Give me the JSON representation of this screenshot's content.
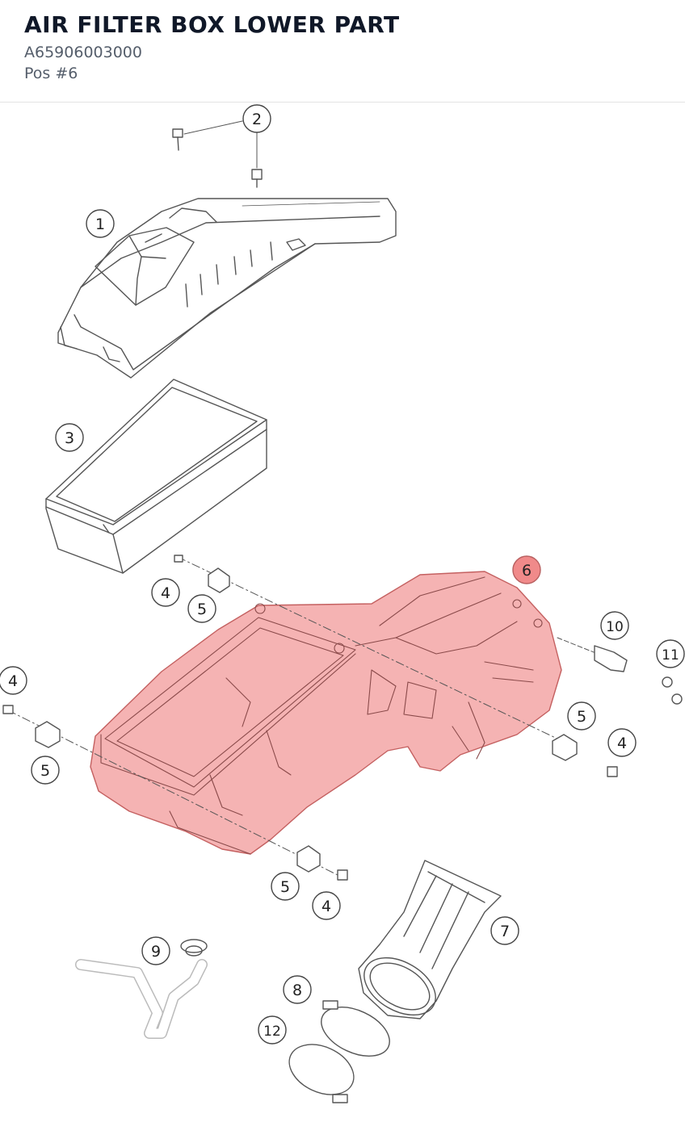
{
  "header": {
    "title": "AIR FILTER BOX LOWER PART",
    "part_number": "A65906003000",
    "position": "Pos #6"
  },
  "diagram": {
    "highlight_color": "#f08a8a",
    "callouts": [
      "1",
      "2",
      "3",
      "4",
      "4",
      "4",
      "4",
      "5",
      "5",
      "5",
      "5",
      "6",
      "7",
      "8",
      "9",
      "10",
      "11",
      "12"
    ]
  }
}
